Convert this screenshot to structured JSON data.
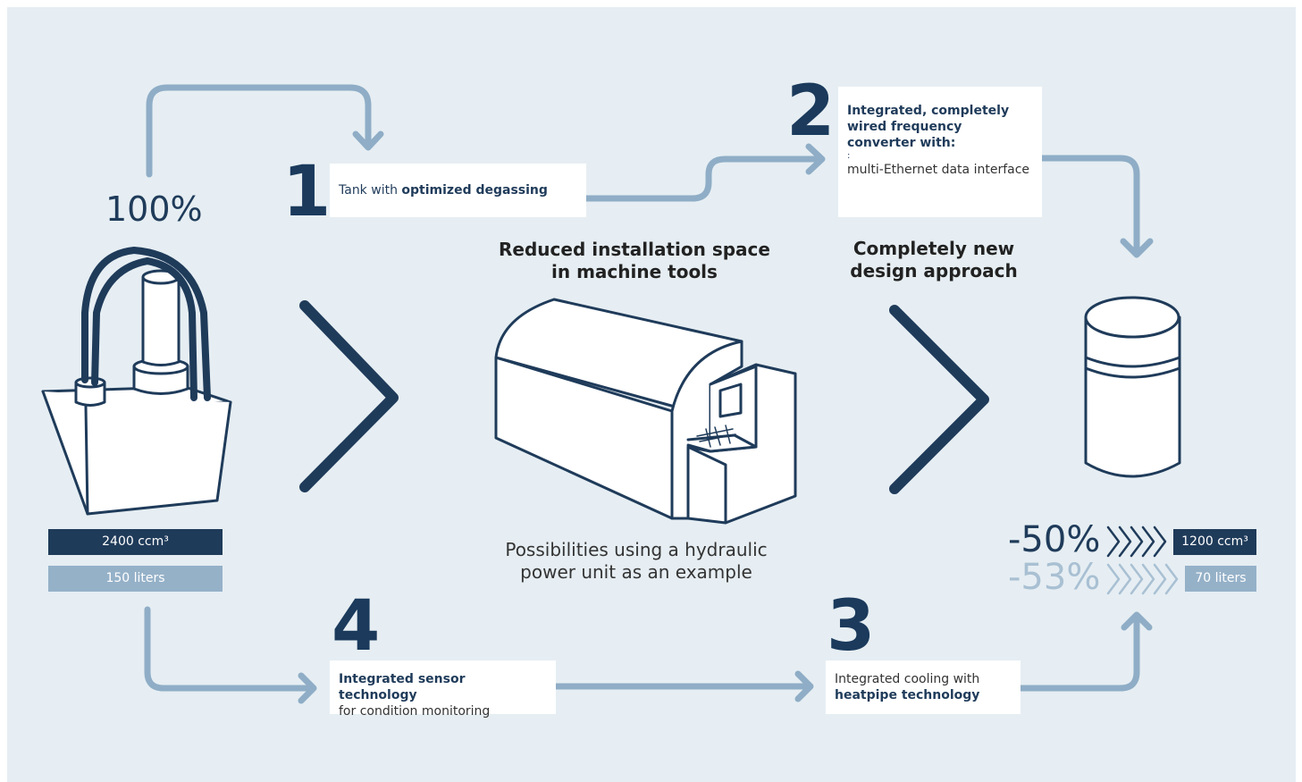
{
  "left_percent": "100%",
  "step1": {
    "number": "1",
    "text_plain": "Tank with ",
    "text_bold": "optimized degassing"
  },
  "step2": {
    "number": "2",
    "title": "Integrated, completely wired frequency converter with:",
    "bullet": ":",
    "detail": "multi-Ethernet data interface"
  },
  "step3": {
    "number": "3",
    "text_plain": "Integrated cooling with",
    "text_bold": "heatpipe technology"
  },
  "step4": {
    "number": "4",
    "text_bold": "Integrated sensor technology",
    "text_plain": "for condition monitoring"
  },
  "center_heading_1": "Reduced installation space",
  "center_heading_2": "in machine tools",
  "center_caption_1": "Possibilities using a hydraulic",
  "center_caption_2": "power unit as an example",
  "right_heading_1": "Completely new",
  "right_heading_2": "design approach",
  "left_bars": {
    "volume": "2400 ccm³",
    "liters": "150 liters"
  },
  "right_results": {
    "volume_reduction": "-50%",
    "volume": "1200 ccm³",
    "liters_reduction": "-53%",
    "liters": "70 liters"
  },
  "colors": {
    "dark_navy": "#1f3b5a",
    "mid_blue": "#8fadc6",
    "light_blue": "#a9c0d3",
    "panel_bg": "#e6eef3"
  }
}
